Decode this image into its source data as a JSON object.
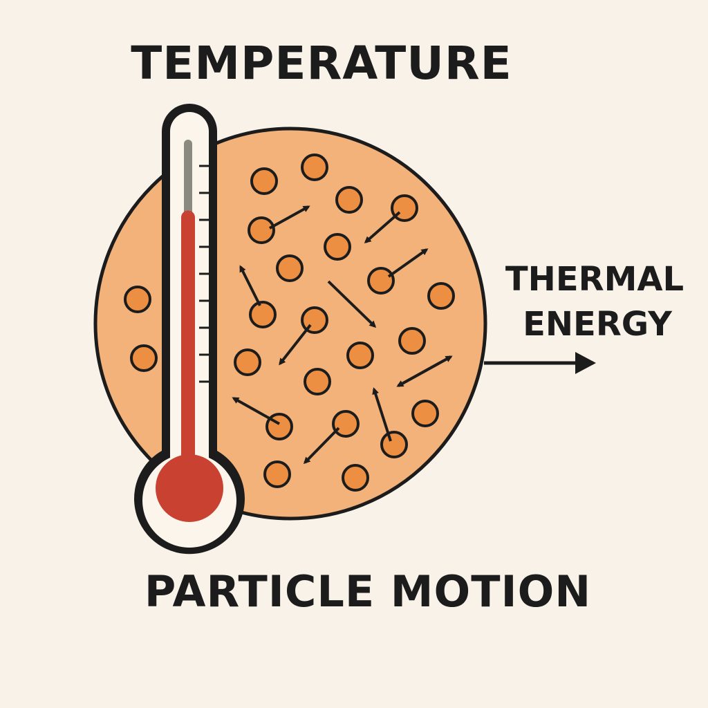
{
  "title": "TEMPERATURE",
  "side_label": {
    "line1": "THERMAL",
    "line2": "ENERGY"
  },
  "bottom_label": "PARTICLE MOTION",
  "thermometer": {
    "fill_level": 0.79
  },
  "colors": {
    "background": "#f8f2e9",
    "disc_fill": "#f2b27a",
    "particle_fill": "#ec8f42",
    "outline": "#1c1c1c",
    "mercury": "#c94231",
    "tube_fill": "#fbf5ec",
    "empty_column": "#8a8a80"
  },
  "icons": [
    "thermometer-icon",
    "particle-icon",
    "motion-arrow-icon",
    "energy-arrow-icon"
  ]
}
